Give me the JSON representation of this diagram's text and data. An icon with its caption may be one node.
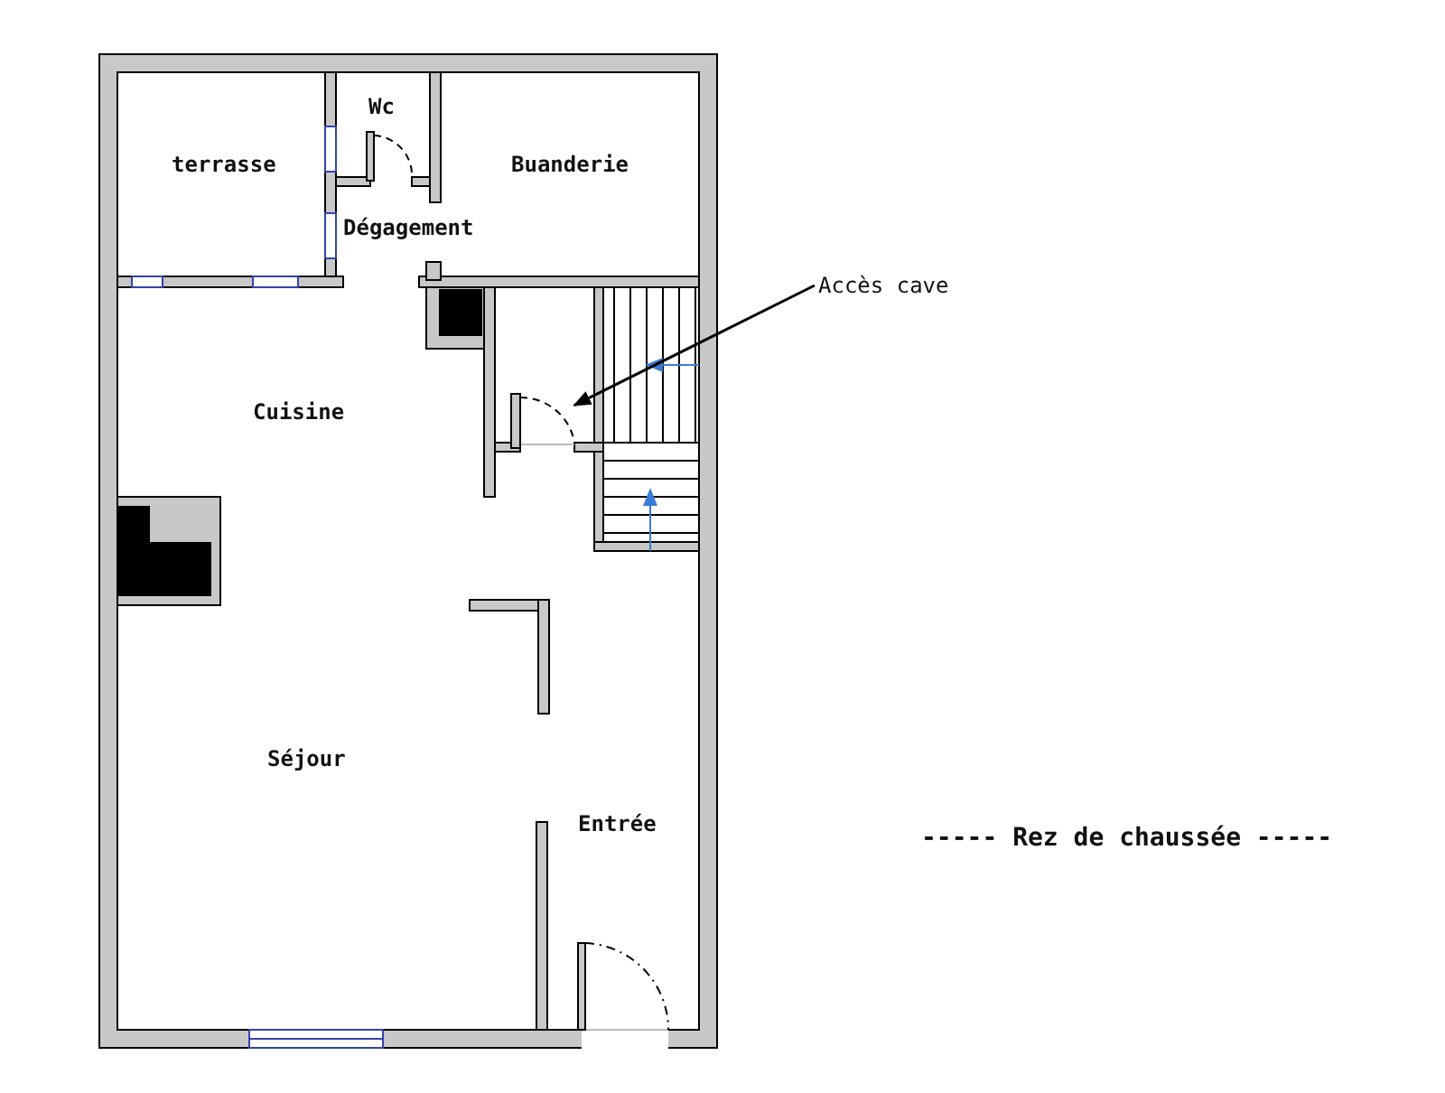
{
  "diagram": {
    "caption": "----- Rez de chaussée -----",
    "nodes": [
      {
        "text": [
          "terrasse"
        ]
      },
      {
        "text": [
          "Wc"
        ]
      },
      {
        "text": [
          "Buanderie"
        ]
      },
      {
        "text": [
          "Dégagement"
        ]
      },
      {
        "text": [
          "Cuisine"
        ]
      },
      {
        "text": [
          "Séjour"
        ]
      },
      {
        "text": [
          "Entrée"
        ]
      },
      {
        "text": [
          "Accès cave"
        ]
      },
      {
        "text": [],
        "shape": "door"
      }
    ],
    "edges": [
      {
        "from": 7,
        "to": 8,
        "arrow": "to"
      }
    ]
  }
}
